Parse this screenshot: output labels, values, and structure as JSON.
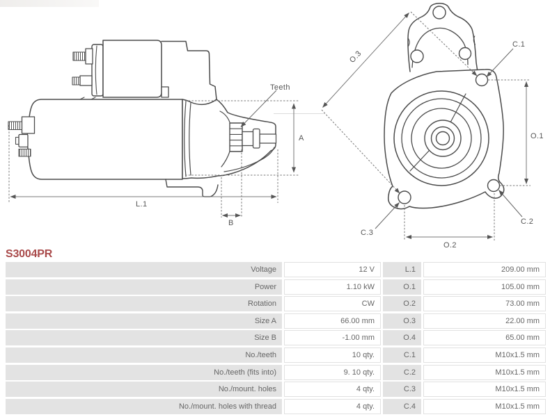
{
  "part_number": "S3004PR",
  "colors": {
    "title": "#a94a4a",
    "drawing_line": "#4a4a4a",
    "dimension_line": "#777777",
    "table_cell_gray": "#e3e3e3",
    "table_text": "#666666"
  },
  "diagram": {
    "side_view_labels": {
      "teeth": "Teeth",
      "a": "A",
      "b": "B",
      "l1": "L.1"
    },
    "front_view_labels": {
      "o1": "O.1",
      "o2": "O.2",
      "o3": "O.3",
      "c1": "C.1",
      "c2": "C.2",
      "c3": "C.3"
    }
  },
  "table": {
    "rows": [
      {
        "label": "Voltage",
        "value": "12 V",
        "code": "L.1",
        "code_value": "209.00 mm"
      },
      {
        "label": "Power",
        "value": "1.10 kW",
        "code": "O.1",
        "code_value": "105.00 mm"
      },
      {
        "label": "Rotation",
        "value": "CW",
        "code": "O.2",
        "code_value": "73.00 mm"
      },
      {
        "label": "Size A",
        "value": "66.00 mm",
        "code": "O.3",
        "code_value": "22.00 mm"
      },
      {
        "label": "Size B",
        "value": "-1.00 mm",
        "code": "O.4",
        "code_value": "65.00 mm"
      },
      {
        "label": "No./teeth",
        "value": "10 qty.",
        "code": "C.1",
        "code_value": "M10x1.5 mm"
      },
      {
        "label": "No./teeth (fits into)",
        "value": "9. 10 qty.",
        "code": "C.2",
        "code_value": "M10x1.5 mm"
      },
      {
        "label": "No./mount. holes",
        "value": "4 qty.",
        "code": "C.3",
        "code_value": "M10x1.5 mm"
      },
      {
        "label": "No./mount. holes with thread",
        "value": "4 qty.",
        "code": "C.4",
        "code_value": "M10x1.5 mm"
      }
    ]
  }
}
